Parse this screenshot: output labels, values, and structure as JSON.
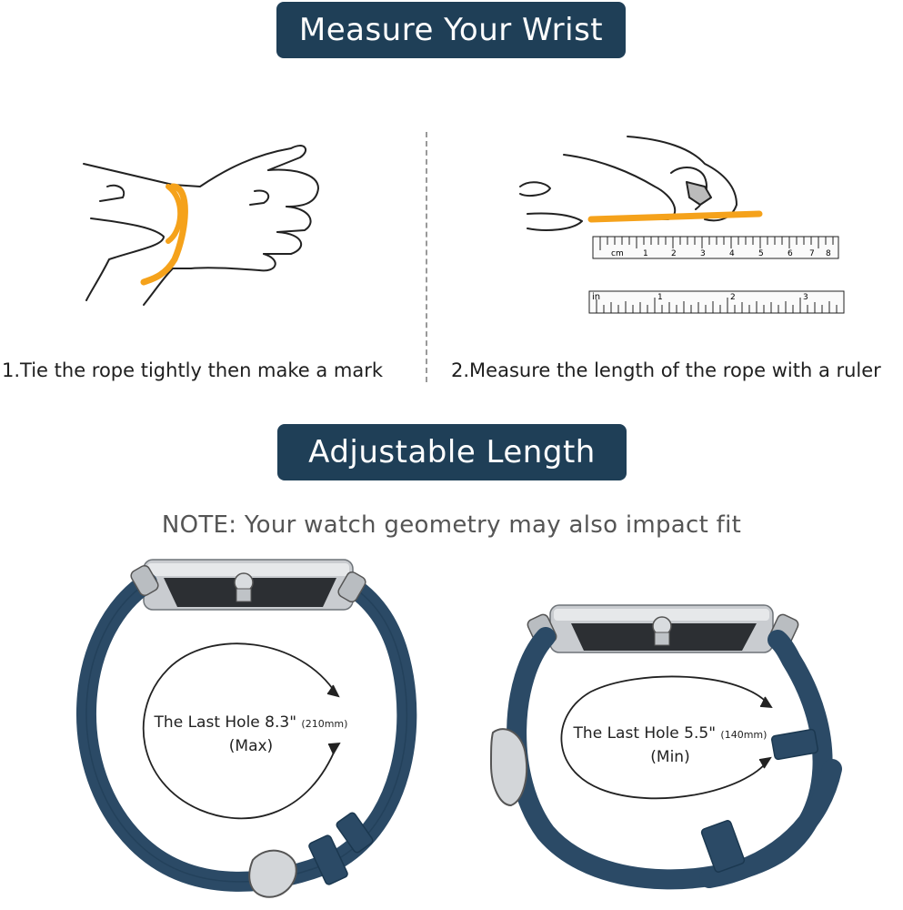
{
  "banners": {
    "measure": "Measure Your Wrist",
    "adjustable": "Adjustable Length"
  },
  "steps": [
    {
      "label": "1.Tie the rope tightly then make a mark"
    },
    {
      "label": "2.Measure the length of the rope with a ruler"
    }
  ],
  "note": "NOTE: Your watch geometry may also impact fit",
  "ruler": {
    "cm_label": "cm",
    "cm_ticks": [
      "1",
      "2",
      "3",
      "4",
      "5",
      "6",
      "7",
      "8"
    ],
    "in_label": "in",
    "in_ticks": [
      "1",
      "2",
      "3"
    ]
  },
  "straps": [
    {
      "hole_label": "The Last Hole 8.3\"",
      "mm": "(210mm)",
      "range": "(Max)"
    },
    {
      "hole_label": "The Last Hole 5.5\"",
      "mm": "(140mm)",
      "range": "(Min)"
    }
  ],
  "colors": {
    "banner": "#1f3f57",
    "rope": "#f5a21b",
    "strap": "#2b4a66",
    "metal": "#c9ccd0"
  }
}
